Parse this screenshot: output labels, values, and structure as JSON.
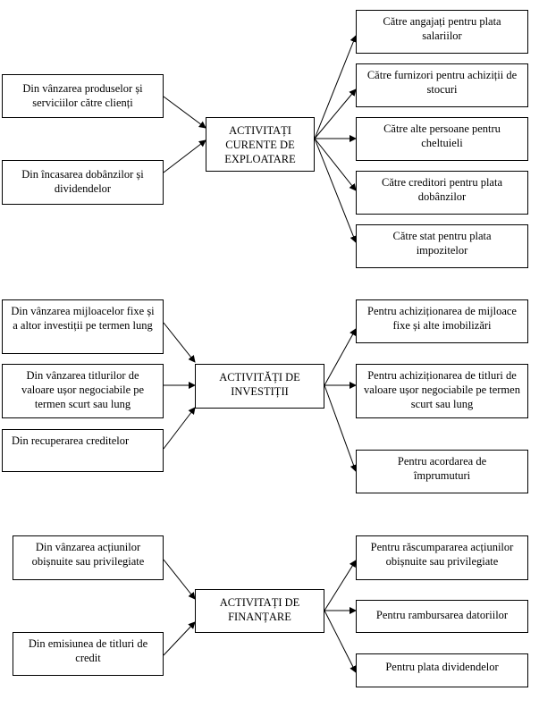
{
  "sections": [
    {
      "center": "ACTIVITAȚI CURENTE DE EXPLOATARE",
      "inflows": [
        "Din vânzarea produselor și serviciilor către clienți",
        "Din încasarea dobânzilor și dividendelor"
      ],
      "outflows": [
        "Către angajați pentru plata salariilor",
        "Către furnizori pentru achiziții de stocuri",
        "Către alte persoane pentru cheltuieli",
        "Către creditori pentru plata dobânzilor",
        "Către stat pentru plata impozitelor"
      ]
    },
    {
      "center": "ACTIVITĂȚI DE INVESTIȚII",
      "inflows": [
        "Din vânzarea mijloacelor fixe și a altor investiții pe termen lung",
        "Din vânzarea titlurilor de valoare ușor negociabile pe termen scurt sau lung",
        "Din recuperarea creditelor"
      ],
      "outflows": [
        "Pentru achiziționarea de mijloace fixe și alte imobilizări",
        "Pentru achiziționarea de titluri de valoare ușor negociabile pe termen scurt sau lung",
        "Pentru acordarea de împrumuturi"
      ]
    },
    {
      "center": "ACTIVITAȚI DE FINANȚARE",
      "inflows": [
        "Din vânzarea acțiunilor obișnuite sau privilegiate",
        "Din emisiunea de titluri de credit"
      ],
      "outflows": [
        "Pentru răscumpararea acțiunilor obișnuite sau privilegiate",
        "Pentru rambursarea datoriilor",
        "Pentru plata dividendelor"
      ]
    }
  ]
}
